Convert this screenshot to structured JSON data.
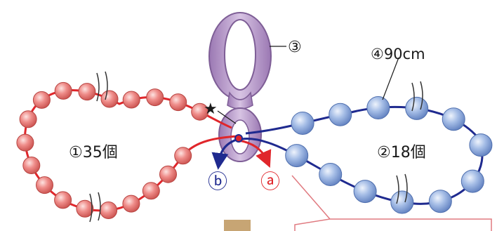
{
  "labels": {
    "left_loop": "①35個",
    "right_loop": "②18個",
    "ring_marker": "③",
    "thread": "④90cm",
    "star": "★",
    "end_a": "ⓐ",
    "end_b": "ⓑ"
  },
  "colors": {
    "red_thread": "#e0262b",
    "blue_thread": "#1f2a8f",
    "red_bead": "#ef8d8a",
    "blue_bead": "#9fb9e4",
    "ring": "#b99acb",
    "callout": "#e07a80"
  },
  "left_loop_bead_count": 35,
  "right_loop_bead_count": 18
}
